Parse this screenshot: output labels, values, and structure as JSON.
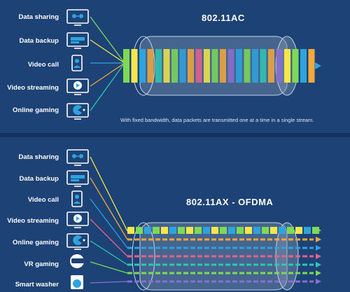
{
  "colors": {
    "background": "#1d4275",
    "green": "#7ed957",
    "yellow": "#f5e74a",
    "blue": "#2ea3e0",
    "orange": "#f5a93a",
    "purple": "#8a6fd1",
    "pink": "#e8608c",
    "teal": "#2fc7b5",
    "red": "#e7513c"
  },
  "top": {
    "title": "802.11AC",
    "caption": "With fixed bandwidth, data packets are transmitted one at a time in a single stream.",
    "devices": [
      {
        "label": "Data sharing",
        "icon": "monitor-share-icon"
      },
      {
        "label": "Data backup",
        "icon": "monitor-backup-icon"
      },
      {
        "label": "Video call",
        "icon": "phone-person-icon"
      },
      {
        "label": "Video streaming",
        "icon": "monitor-play-icon"
      },
      {
        "label": "Online gaming",
        "icon": "pacman-screen-icon"
      }
    ]
  },
  "bottom": {
    "title": "802.11AX - OFDMA",
    "devices": [
      {
        "label": "Data sharing",
        "icon": "monitor-share-icon"
      },
      {
        "label": "Data backup",
        "icon": "monitor-backup-icon"
      },
      {
        "label": "Video call",
        "icon": "phone-person-icon"
      },
      {
        "label": "Video streaming",
        "icon": "monitor-play-icon"
      },
      {
        "label": "Online gaming",
        "icon": "pacman-screen-icon"
      },
      {
        "label": "VR gaming",
        "icon": "vr-headset-icon"
      },
      {
        "label": "Smart washer",
        "icon": "washer-icon"
      }
    ]
  }
}
